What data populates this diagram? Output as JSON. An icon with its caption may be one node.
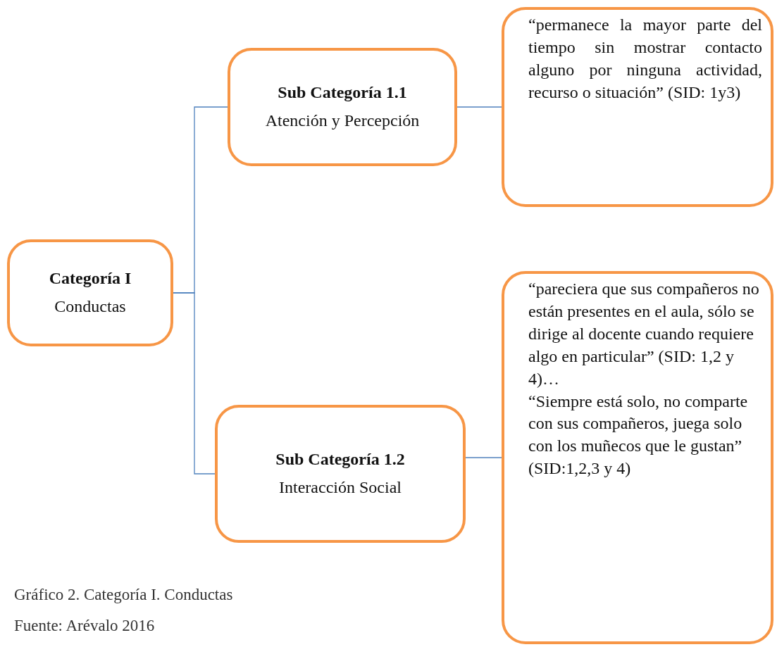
{
  "diagram": {
    "caption": "Gráfico 2. Categoría I. Conductas",
    "nodes": [
      {
        "text": [
          "Categoría I",
          "Conductas"
        ]
      },
      {
        "text": [
          "Sub Categoría 1.1",
          "Atención y Percepción"
        ]
      },
      {
        "text": [
          "“permanece la mayor parte del tiempo sin mostrar contacto alguno por ninguna actividad, recurso o situación” (SID: 1y3)"
        ]
      },
      {
        "text": [
          "Sub Categoría 1.2",
          "Interacción Social"
        ]
      },
      {
        "text": [
          "“pareciera que sus compañeros no están presentes en el aula, sólo se dirige al docente cuando requiere algo en particular” (SID: 1,2 y 4)…",
          "“Siempre está solo, no comparte con sus compañeros, juega solo con los muñecos que le gustan” (SID:1,2,3 y 4)"
        ]
      }
    ],
    "edges": [
      {
        "from": 0,
        "to": 1,
        "arrow": "none"
      },
      {
        "from": 0,
        "to": 3,
        "arrow": "none"
      },
      {
        "from": 1,
        "to": 2,
        "arrow": "none"
      },
      {
        "from": 3,
        "to": 4,
        "arrow": "none"
      }
    ],
    "labels": [
      "Fuente: Arévalo 2016"
    ]
  }
}
